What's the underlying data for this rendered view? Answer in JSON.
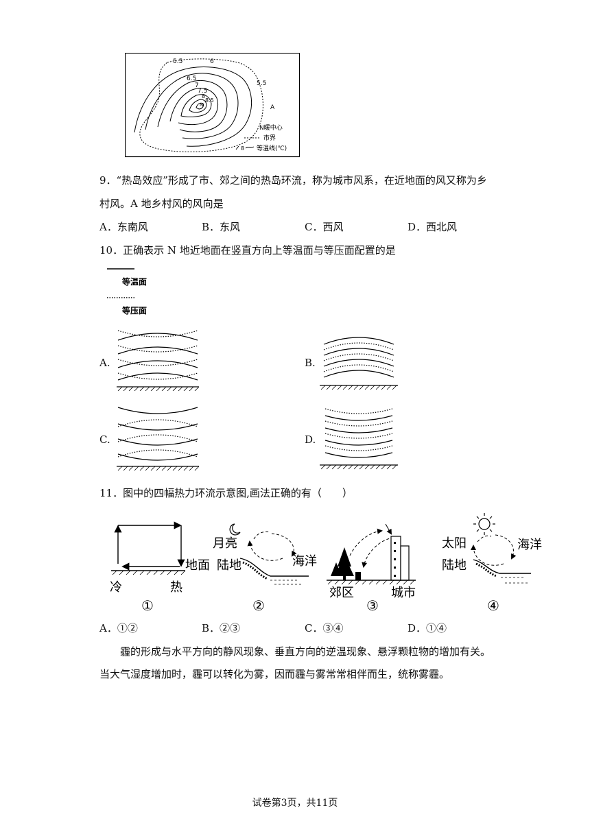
{
  "map": {
    "iso_labels": [
      "5.5",
      "6",
      "6.5",
      "7",
      "7.5",
      "8",
      "8.5",
      "5.5"
    ],
    "point_n": "N",
    "point_a": "A",
    "legend": {
      "center": "N暖中心",
      "boundary": "市界",
      "isotherm_value": "8",
      "isotherm": "等温线(℃)"
    }
  },
  "q9": {
    "line1": "9．“热岛效应”形成了市、郊之间的热岛环流，称为城市风系，在近地面的风又称为乡",
    "line2": "村风。A 地乡村风的风向是",
    "options": [
      "A．东南风",
      "B．东风",
      "C．西风",
      "D．西北风"
    ]
  },
  "q10": {
    "stem": "10．正确表示 N 地近地面在竖直方向上等温面与等压面配置的是",
    "legend_isotherm": "等温面",
    "legend_isobar": "等压面",
    "labels": [
      "A.",
      "B.",
      "C.",
      "D."
    ]
  },
  "q11": {
    "stem": "11．图中的四幅热力环流示意图,画法正确的有（　　）",
    "d1": {
      "ground": "地面",
      "cold": "冷",
      "hot": "热",
      "num": "①"
    },
    "d2": {
      "moon": "月亮",
      "land": "陆地",
      "ocean": "海洋",
      "num": "②"
    },
    "d3": {
      "suburb": "郊区",
      "city": "城市",
      "num": "③"
    },
    "d4": {
      "sun": "太阳",
      "land": "陆地",
      "ocean": "海洋",
      "num": "④"
    },
    "options": [
      "A．①②",
      "B．②③",
      "C．③④",
      "D．①④"
    ]
  },
  "passage": {
    "line1": "霾的形成与水平方向的静风现象、垂直方向的逆温现象、悬浮颗粒物的增加有关。",
    "line2": "当大气湿度增加时，霾可以转化为雾，因而霾与雾常常相伴而生，统称雾霾。"
  },
  "footer": "试卷第3页，共11页"
}
